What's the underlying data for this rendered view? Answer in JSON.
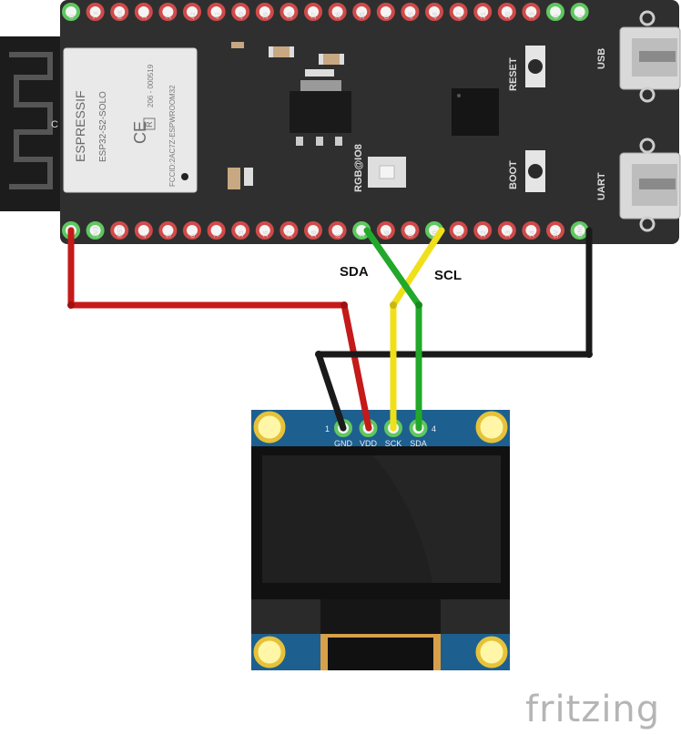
{
  "board": {
    "module_brand": "ESPRESSIF",
    "module_model": "ESP32-S2-SOLO",
    "module_code": "206 - 000519",
    "module_fcc": "FCCID:2AC7Z-ESPWROOM32",
    "module_ce": "CE",
    "module_r": "R",
    "antenna_mark": "C",
    "reset_label": "RESET",
    "boot_label": "BOOT",
    "usb_label": "USB",
    "uart_label": "UART",
    "led_label": "RGB@IO8",
    "top_pins": [
      "G",
      "TX",
      "RX",
      "1",
      "2",
      "42",
      "41",
      "40",
      "39",
      "38",
      "37",
      "36",
      "35",
      "0",
      "45",
      "48",
      "47",
      "21",
      "20",
      "19",
      "G",
      "G"
    ],
    "bottom_pins": [
      "3V3",
      "3V3",
      "RST",
      "4",
      "5",
      "6",
      "7",
      "15",
      "16",
      "17",
      "18",
      "8",
      "3",
      "46",
      "9",
      "10",
      "11",
      "12",
      "13",
      "14",
      "5V",
      "GND"
    ]
  },
  "wire_labels": {
    "sda": "SDA",
    "scl": "SCL"
  },
  "oled": {
    "pin_num_first": "1",
    "pin_num_last": "4",
    "pins": [
      "GND",
      "VDD",
      "SCK",
      "SDA"
    ]
  },
  "watermark": "fritzing",
  "colors": {
    "board": "#2f2f2f",
    "wire_red": "#c41a1a",
    "wire_black": "#1a1a1a",
    "wire_green": "#22a82a",
    "wire_yellow": "#f0e01a",
    "oled_pcb": "#1d5f8f",
    "pin_red": "#e06a6a",
    "pin_green": "#8ed68e"
  }
}
